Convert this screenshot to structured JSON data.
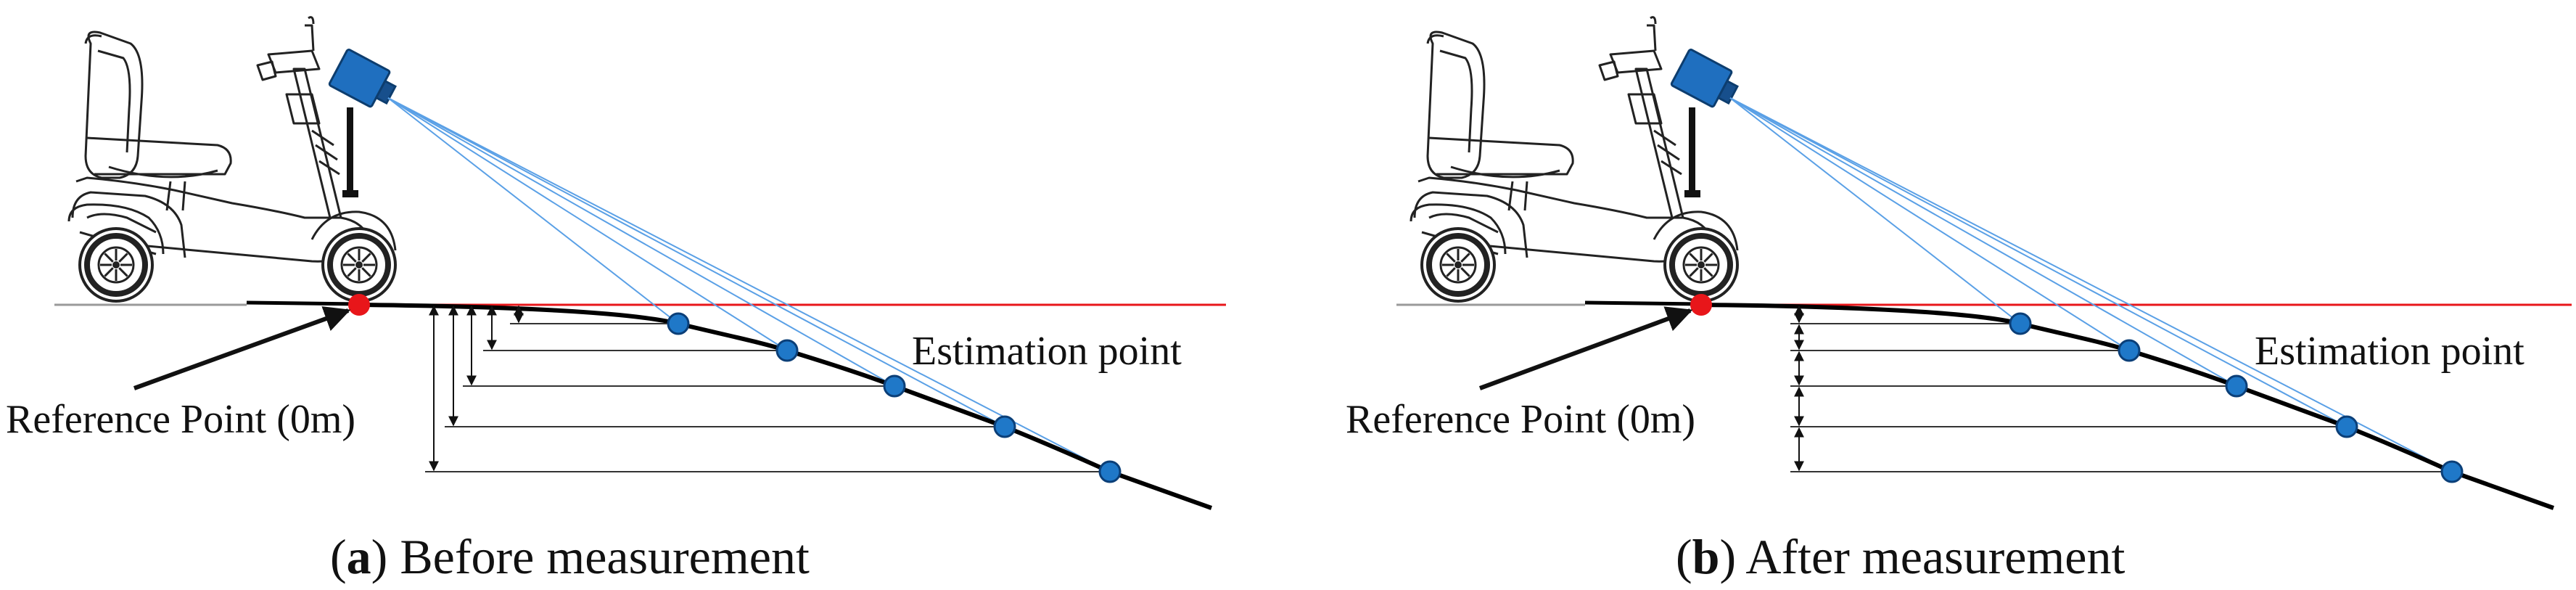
{
  "colors": {
    "ground": "#9a9a9a",
    "reference_line": "#e8161a",
    "reference_point": "#e8161a",
    "estimation_point_fill": "#1f78c8",
    "estimation_point_stroke": "#0b3f78",
    "camera": "#1f6fbf",
    "camera_rays": "#5aa0e6",
    "slope": "#000000",
    "guide_lines": "#333333"
  },
  "icons": {
    "vehicle": "mobility-scooter-icon",
    "sensor": "camera-icon"
  },
  "panels": [
    {
      "id": "a",
      "caption_letter": "a",
      "caption_text": " Before measurement",
      "reference_label": "Reference Point (0m)",
      "estimation_label": "Estimation point",
      "arrow_mode": "cumulative"
    },
    {
      "id": "b",
      "caption_letter": "b",
      "caption_text": " After measurement",
      "reference_label": "Reference Point (0m)",
      "estimation_label": "Estimation point",
      "arrow_mode": "incremental"
    }
  ]
}
